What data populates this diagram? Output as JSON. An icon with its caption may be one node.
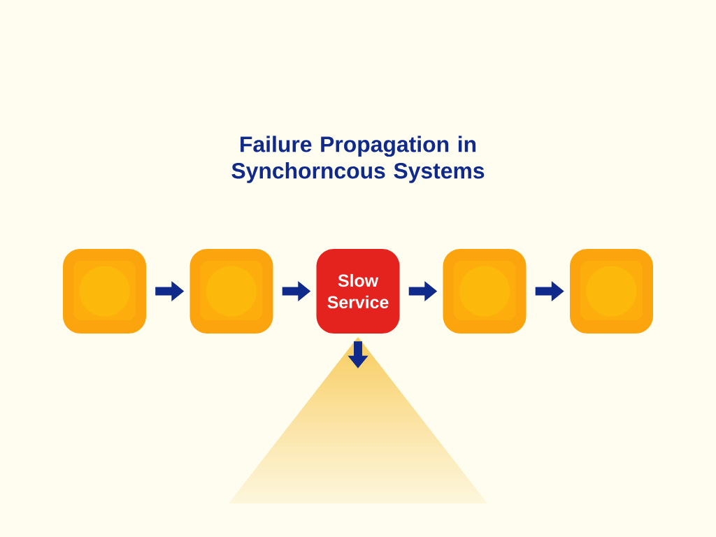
{
  "diagram": {
    "title": "Failure Propagation in Synchorncous Systems",
    "nodes": [
      {
        "text": [],
        "shape": "box"
      },
      {
        "text": [],
        "shape": "box"
      },
      {
        "text": [
          "Slow Service"
        ]
      },
      {
        "text": [],
        "shape": "box"
      },
      {
        "text": [],
        "shape": "box"
      },
      {
        "text": [],
        "shape": "triangle"
      }
    ],
    "edges": [
      {
        "from": 0,
        "to": 1,
        "arrow": "to"
      },
      {
        "from": 1,
        "to": 2,
        "arrow": "to"
      },
      {
        "from": 2,
        "to": 3,
        "arrow": "to"
      },
      {
        "from": 3,
        "to": 4,
        "arrow": "to"
      },
      {
        "from": 2,
        "to": 5,
        "arrow": "to"
      }
    ]
  }
}
